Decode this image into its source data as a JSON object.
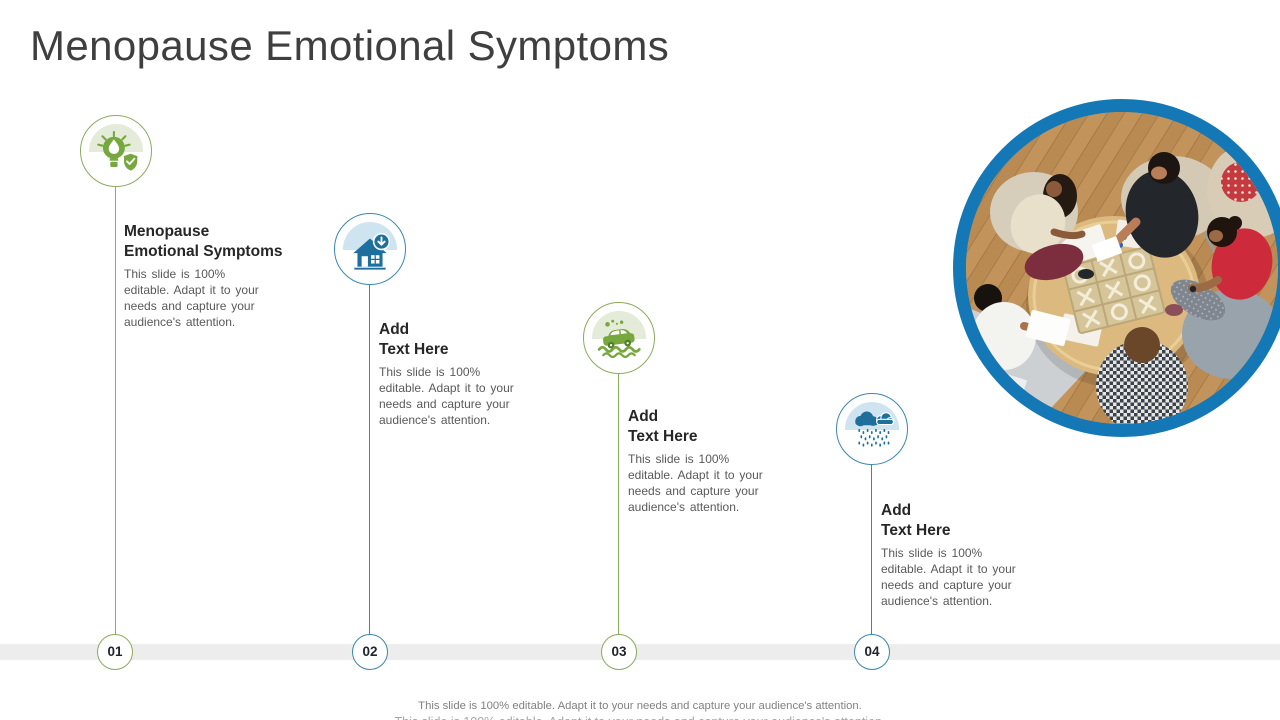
{
  "slide": {
    "title": "Menopause Emotional Symptoms",
    "footer": "This slide is 100% editable. Adapt it to your needs and capture your audience's attention."
  },
  "timeline": {
    "items": [
      {
        "number": "01",
        "theme": "green",
        "icon": "lightbulb-shield-icon",
        "heading": [
          "Menopause",
          "Emotional Symptoms"
        ],
        "body": [
          "This slide is 100%",
          "editable. Adapt it to your",
          "needs and capture your",
          "audience's attention."
        ]
      },
      {
        "number": "02",
        "theme": "blue",
        "icon": "house-download-icon",
        "heading": [
          "Add",
          "Text Here"
        ],
        "body": [
          "This slide is 100%",
          "editable. Adapt it to your",
          "needs and capture your",
          "audience's attention."
        ]
      },
      {
        "number": "03",
        "theme": "green",
        "icon": "car-flood-icon",
        "heading": [
          "Add",
          "Text Here"
        ],
        "body": [
          "This slide is 100%",
          "editable. Adapt it to your",
          "needs and capture your",
          "audience's attention."
        ]
      },
      {
        "number": "04",
        "theme": "blue",
        "icon": "rain-clouds-icon",
        "heading": [
          "Add",
          "Text Here"
        ],
        "body": [
          "This slide is 100%",
          "editable. Adapt it to your",
          "needs and capture your",
          "audience's attention."
        ]
      }
    ]
  },
  "photo": {
    "alt": "Overhead view of five people seated around a round wooden table playing a tic-tac-toe game",
    "ring_color": "#1578b6"
  },
  "colors": {
    "green": "#76a83e",
    "green_border": "#8caa5e",
    "green_light": "#e4ebd9",
    "blue": "#1d6f9e",
    "blue_border": "#3b87ac",
    "blue_light": "#cfe4f1",
    "photo_ring": "#1578b6",
    "band_gray": "#ededed",
    "title_text": "#3f3f3f",
    "heading_text": "#262626",
    "body_text": "#595959",
    "footer_text": "#818181"
  }
}
